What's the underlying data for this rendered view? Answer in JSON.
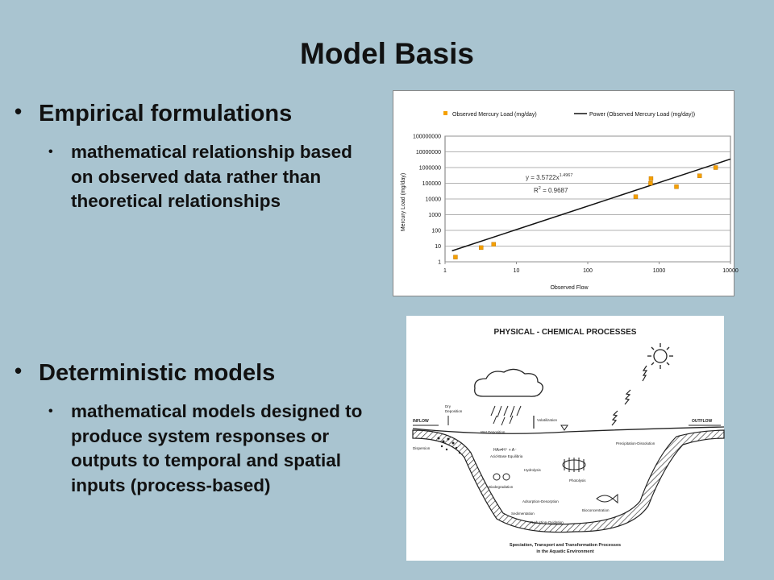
{
  "slide": {
    "title": "Model Basis",
    "bullets": [
      {
        "heading": "Empirical formulations",
        "sub": "mathematical relationship based on observed data rather than theoretical relationships"
      },
      {
        "heading": "Deterministic models",
        "sub": "mathematical models designed to produce system responses or outputs to temporal and spatial inputs (process-based)"
      }
    ]
  },
  "chart_data": {
    "type": "scatter",
    "legend": [
      "Observed Mercury Load (mg/day)",
      "Power (Observed Mercury Load (mg/day))"
    ],
    "legend_position": "top",
    "xlabel": "Observed Flow",
    "ylabel": "Mercury Load (mg/day)",
    "x_scale": "log",
    "y_scale": "log",
    "xlim": [
      1,
      10000
    ],
    "ylim": [
      1,
      100000000
    ],
    "x_ticks": [
      "1",
      "10",
      "100",
      "1000",
      "10000"
    ],
    "y_ticks": [
      "1",
      "10",
      "100",
      "1000",
      "10000",
      "100000",
      "1000000",
      "10000000",
      "100000000"
    ],
    "grid": true,
    "equation": "y = 3.5722x",
    "equation_exponent": "1.4967",
    "r_squared_label": "R",
    "r_squared_sup": "2",
    "r_squared_value": " = 0.9687",
    "marker_color": "#f5a000",
    "trend_color": "#111111",
    "trendline": {
      "a": 3.5722,
      "b": 1.4967
    },
    "series": [
      {
        "name": "Observed Mercury Load (mg/day)",
        "points": [
          {
            "x": 1.4,
            "y": 2
          },
          {
            "x": 3.2,
            "y": 8
          },
          {
            "x": 4.8,
            "y": 13
          },
          {
            "x": 470,
            "y": 14000
          },
          {
            "x": 760,
            "y": 100000
          },
          {
            "x": 770,
            "y": 200000
          },
          {
            "x": 1750,
            "y": 60000
          },
          {
            "x": 3700,
            "y": 300000
          },
          {
            "x": 6200,
            "y": 1000000
          }
        ]
      }
    ]
  },
  "diagram": {
    "title": "PHYSICAL - CHEMICAL PROCESSES",
    "caption_line1": "Speciation, Transport and Transformation Processes",
    "caption_line2": "in the Aquatic Environment",
    "labels": {
      "inflow": "INFLOW",
      "outflow": "OUTFLOW",
      "dry1": "Dry",
      "dry2": "Deposition",
      "wet": "Wet Deposition",
      "volatilization": "Volatilization",
      "dispersion": "Dispersion",
      "acid1": "HA⇌H⁺ + A⁻",
      "acid2": "Acid-Base Equilibria",
      "hydrolysis": "Hydrolysis",
      "precip": "Precipitation-Dissolution",
      "biodeg": "Biodegradation",
      "photolysis": "Photolysis",
      "adsorption": "Adsorption-Desorption",
      "bioconc": "Bioconcentration",
      "sedimentation": "Sedimentation",
      "redox": "Reduction-Oxidation"
    }
  }
}
